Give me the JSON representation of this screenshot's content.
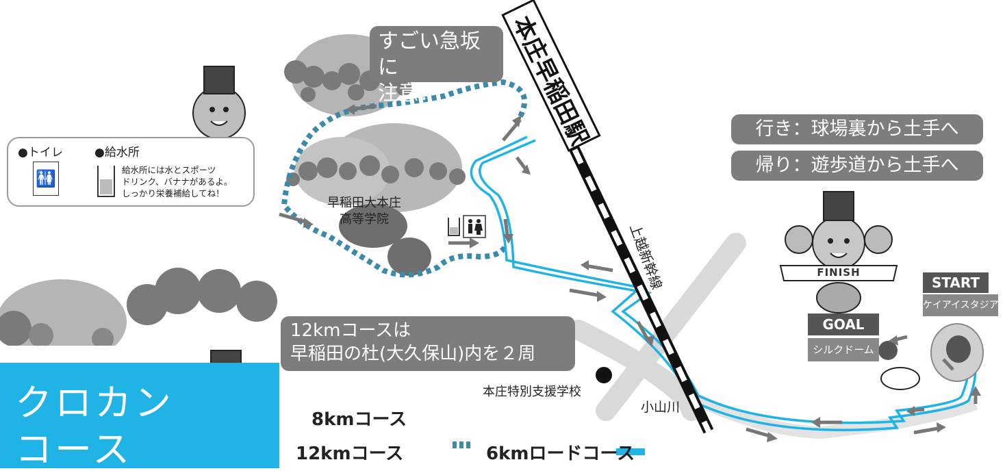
{
  "station": {
    "label": "本庄早稲田駅"
  },
  "rail_line": {
    "label": "上越新幹線"
  },
  "callouts": {
    "slope": {
      "line1": "すごい急坂に",
      "line2": "注意！"
    },
    "route_out": "行き：球場裏から土手へ",
    "route_back": "帰り：遊歩道から土手へ",
    "note_12km": {
      "line1": "12kmコースは",
      "line2": "早稲田の杜(大久保山)内を２周"
    }
  },
  "legend_box": {
    "toilet_label": "●トイレ",
    "water_label": "●給水所",
    "water_note": [
      "給水所には水とスポーツ",
      "ドリンク、バナナがあるよ。",
      "しっかり栄養補給してね！"
    ]
  },
  "places": {
    "school": {
      "line1": "早稲田大本庄",
      "line2": "高等学院"
    },
    "special_school": "本庄特別支援学校",
    "river": "小山川"
  },
  "markers": {
    "start": "START",
    "start_place": "ケイアイスタジアム",
    "goal": "GOAL",
    "goal_place": "シルクドーム",
    "finish": "FINISH"
  },
  "course_legend": {
    "course_8km": "8kmコース",
    "course_12km": "12kmコース",
    "course_6km": "6kmロードコース"
  },
  "title": {
    "line1": "クロカン",
    "line2": "コース"
  },
  "colors": {
    "blue": "#1fb3e6",
    "dotted": "#3b8aa8",
    "gray_dark": "#555555",
    "gray_callout": "#7d7d7d"
  }
}
